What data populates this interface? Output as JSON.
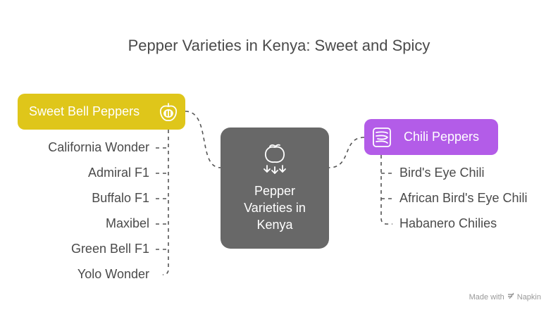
{
  "title": "Pepper Varieties in Kenya: Sweet and Spicy",
  "center": {
    "label": "Pepper\nVarieties in\nKenya",
    "icon": "pepper-harvest-icon"
  },
  "branches": [
    {
      "label": "Sweet Bell Peppers",
      "color": "#dfc61a",
      "icon": "bell-pepper-icon",
      "items": [
        "California Wonder",
        "Admiral F1",
        "Buffalo F1",
        "Maxibel",
        "Green Bell F1",
        "Yolo Wonder"
      ]
    },
    {
      "label": "Chili Peppers",
      "color": "#b35ce8",
      "icon": "chili-pepper-icon",
      "items": [
        "Bird's Eye Chili",
        "African Bird's Eye Chili",
        "Habanero Chilies"
      ]
    }
  ],
  "footer": {
    "text": "Made with",
    "brand": "Napkin"
  }
}
